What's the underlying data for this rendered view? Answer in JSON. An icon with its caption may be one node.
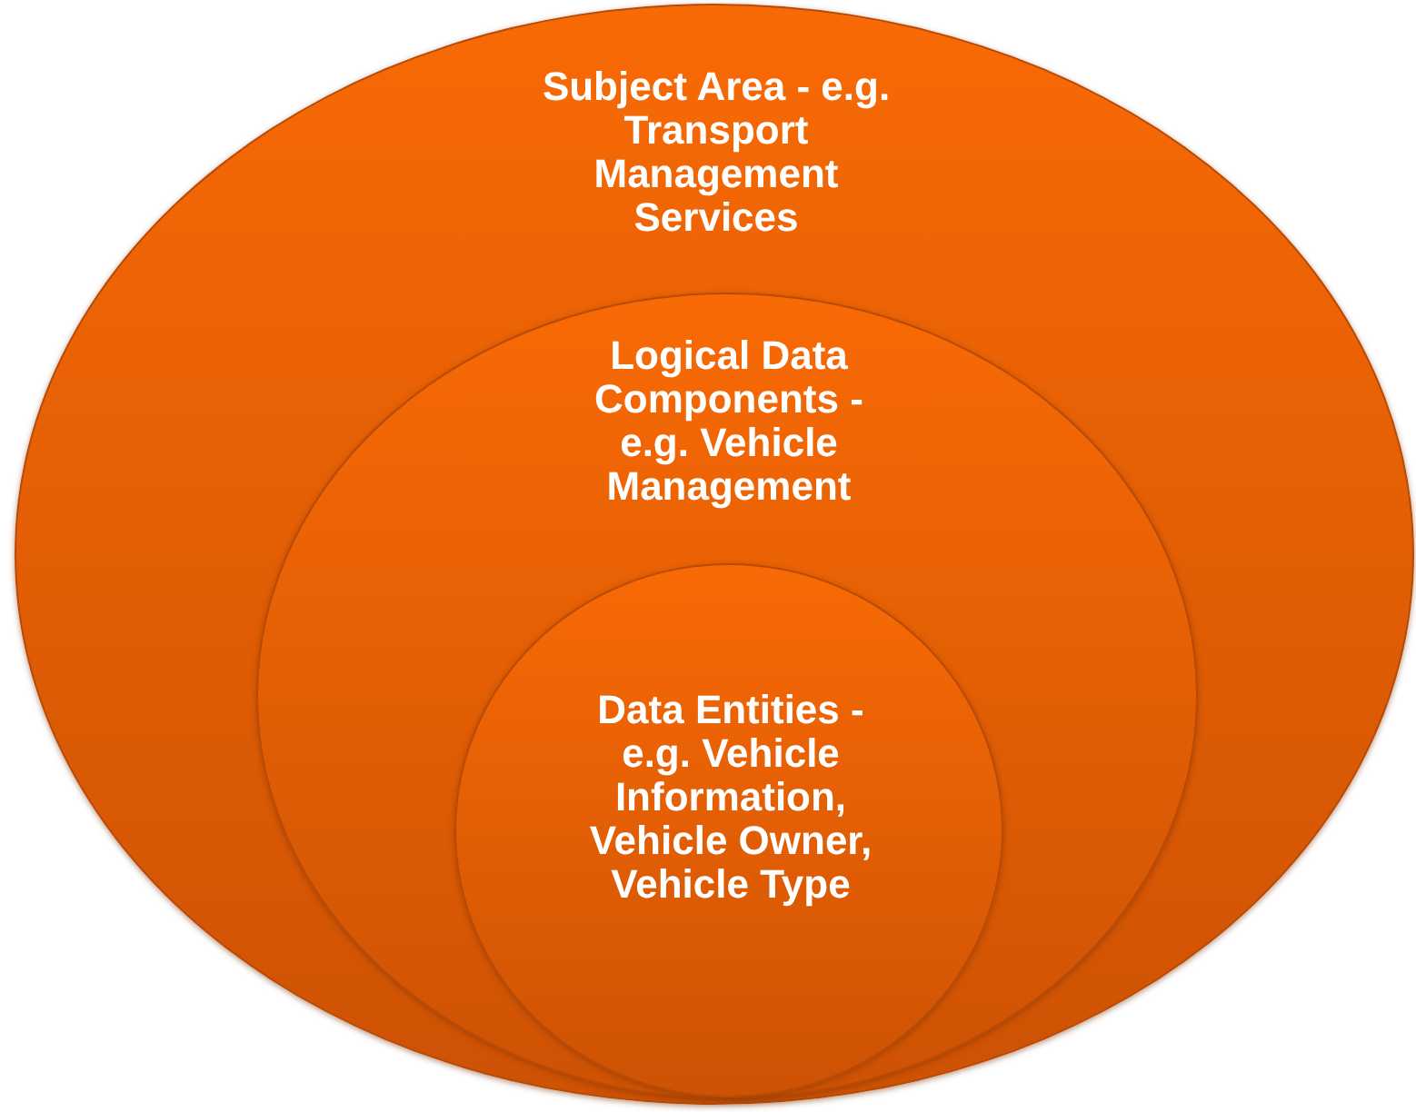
{
  "diagram": {
    "nodes": [
      {
        "text": [
          "Subject Area - e.g. Transport Management Services"
        ]
      },
      {
        "text": [
          "Logical Data Components - e.g. Vehicle Management"
        ],
        "in": 0
      },
      {
        "text": [
          "Data Entities - e.g. Vehicle Information, Vehicle Owner, Vehicle Type"
        ],
        "in": 1
      }
    ]
  }
}
